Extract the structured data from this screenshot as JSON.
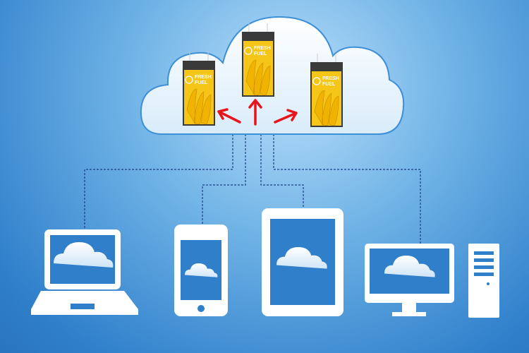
{
  "signs": [
    {
      "brand_line1": "FRESH",
      "brand_line2": "FUEL"
    },
    {
      "brand_line1": "FRESH",
      "brand_line2": "FUEL"
    },
    {
      "brand_line1": "FRESH",
      "brand_line2": "FUEL"
    }
  ],
  "colors": {
    "background": "#2f7fcb",
    "arrow": "#e8141b",
    "sign_yellow": "#f5c518",
    "connector": "#1f3d8a"
  }
}
